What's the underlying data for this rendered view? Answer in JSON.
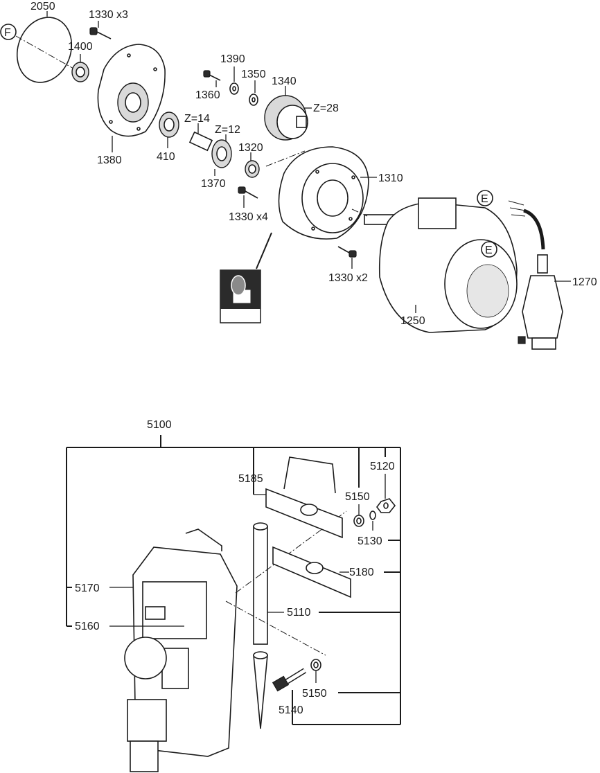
{
  "upper_assembly": {
    "labels": {
      "gasket": "2050",
      "screws_cover": "1330 x3",
      "bearing_small": "1400",
      "gear_housing_cover": "1380",
      "bearing": "410",
      "pinion_z14": "Z=14",
      "pinion_z12": "Z=12",
      "shaft_gear": "1370",
      "bearing_1320": "1320",
      "screws_housing": "1330 x4",
      "screw_1360": "1360",
      "washer_1390": "1390",
      "washer_1350": "1350",
      "gear_1340": "1340",
      "gear_z28": "Z=28",
      "gear_housing": "1310",
      "screws_bottom": "1330 x2",
      "motor": "1250",
      "cable_gland": "1270"
    },
    "callouts": {
      "f": "F",
      "e_cable": "E",
      "e_motor": "E"
    }
  },
  "lower_assembly": {
    "labels": {
      "assembly": "5100",
      "bracket_top": "5185",
      "washer_top": "5150",
      "nut": "5120",
      "spring_washer": "5130",
      "bracket_bottom": "5180",
      "switch_box": "5170",
      "rod": "5110",
      "switch_panel": "5160",
      "washer_bottom": "5150",
      "bolt": "5140"
    }
  }
}
